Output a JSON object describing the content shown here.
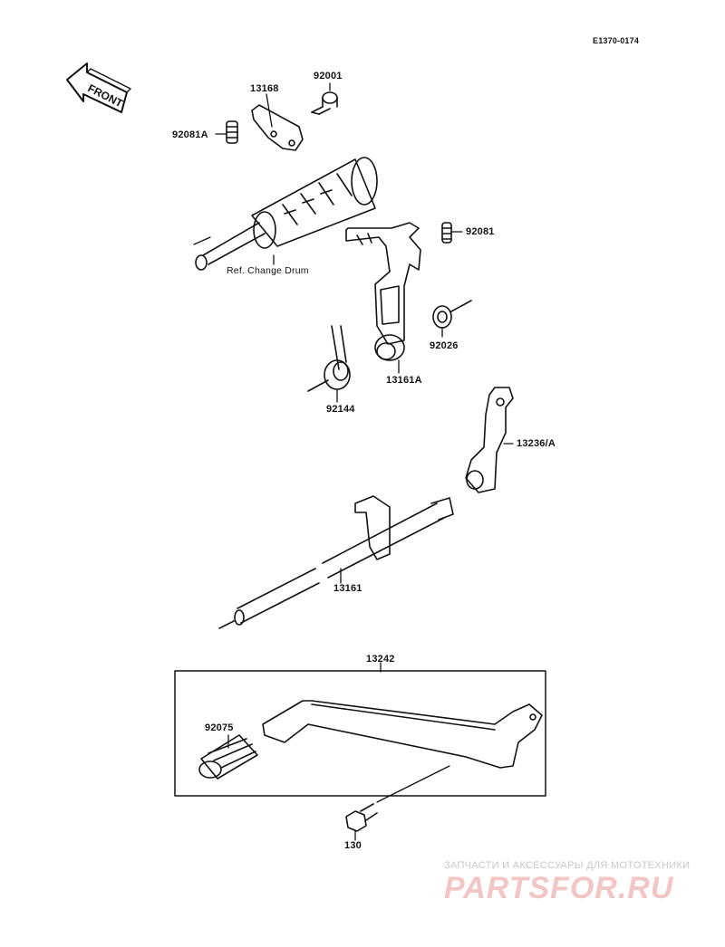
{
  "drawing_code": "E1370-0174",
  "front_arrow_text": "FRONT",
  "parts": {
    "p92001": "92001",
    "p13168": "13168",
    "p92081A": "92081A",
    "p92081": "92081",
    "ref_change_drum": "Ref. Change Drum",
    "p92026": "92026",
    "p13161A": "13161A",
    "p92144": "92144",
    "p13236A": "13236/A",
    "p13161": "13161",
    "p13242": "13242",
    "p92075": "92075",
    "p130": "130"
  },
  "watermark": {
    "subtitle": "ЗАПЧАСТИ И АКСЕССУАРЫ ДЛЯ МОТОТЕХНИКИ",
    "brand": "PARTSFOR.RU"
  },
  "colors": {
    "line": "#111111",
    "watermark_text": "#c9c9c9",
    "watermark_brand": "#f3c6c6"
  }
}
